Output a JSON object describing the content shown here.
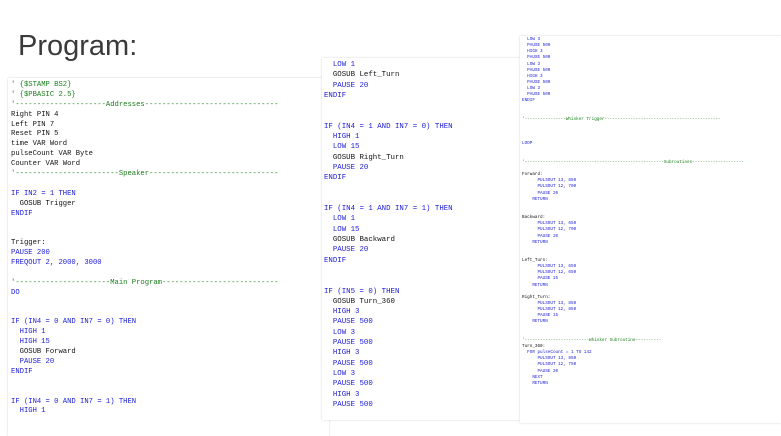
{
  "title": "Program:",
  "panels": [
    {
      "id": "left",
      "lines": [
        {
          "t": "' {$STAMP BS2}",
          "c": "comment"
        },
        {
          "t": "' {$PBASIC 2.5}",
          "c": "comment"
        },
        {
          "t": "'---------------------Addresses-------------------------------",
          "c": "comment"
        },
        {
          "t": "Right PIN 4",
          "c": "plain"
        },
        {
          "t": "Left PIN 7",
          "c": "plain"
        },
        {
          "t": "Reset PIN 5",
          "c": "plain"
        },
        {
          "t": "time VAR Word",
          "c": "plain"
        },
        {
          "t": "pulseCount VAR Byte",
          "c": "plain"
        },
        {
          "t": "Counter VAR Word",
          "c": "plain"
        },
        {
          "t": "'------------------------Speaker------------------------------",
          "c": "comment"
        },
        {
          "t": "",
          "c": "plain"
        },
        {
          "t": "IF IN2 = 1 THEN",
          "c": "kw"
        },
        {
          "t": "  GOSUB Trigger",
          "c": "plain"
        },
        {
          "t": "ENDIF",
          "c": "kw"
        },
        {
          "t": "",
          "c": "plain"
        },
        {
          "t": "",
          "c": "plain"
        },
        {
          "t": "Trigger:",
          "c": "label"
        },
        {
          "t": "PAUSE 200",
          "c": "cmd"
        },
        {
          "t": "FREQOUT 2, 2000, 3000",
          "c": "cmd"
        },
        {
          "t": "",
          "c": "plain"
        },
        {
          "t": "'----------------------Main Program---------------------------",
          "c": "comment"
        },
        {
          "t": "DO",
          "c": "kw"
        },
        {
          "t": "",
          "c": "plain"
        },
        {
          "t": "",
          "c": "plain"
        },
        {
          "t": "IF (IN4 = 0 AND IN7 = 0) THEN",
          "c": "kw"
        },
        {
          "t": "  HIGH 1",
          "c": "cmd"
        },
        {
          "t": "  HIGH 15",
          "c": "cmd"
        },
        {
          "t": "  GOSUB Forward",
          "c": "plain"
        },
        {
          "t": "  PAUSE 20",
          "c": "cmd"
        },
        {
          "t": "ENDIF",
          "c": "kw"
        },
        {
          "t": "",
          "c": "plain"
        },
        {
          "t": "",
          "c": "plain"
        },
        {
          "t": "IF (IN4 = 0 AND IN7 = 1) THEN",
          "c": "kw"
        },
        {
          "t": "  HIGH 1",
          "c": "cmd"
        }
      ]
    },
    {
      "id": "middle",
      "lines": [
        {
          "t": "  LOW 1",
          "c": "cmd"
        },
        {
          "t": "  GOSUB Left_Turn",
          "c": "plain"
        },
        {
          "t": "  PAUSE 20",
          "c": "cmd"
        },
        {
          "t": "ENDIF",
          "c": "kw"
        },
        {
          "t": "",
          "c": "plain"
        },
        {
          "t": "",
          "c": "plain"
        },
        {
          "t": "IF (IN4 = 1 AND IN7 = 0) THEN",
          "c": "kw"
        },
        {
          "t": "  HIGH 1",
          "c": "cmd"
        },
        {
          "t": "  LOW 15",
          "c": "cmd"
        },
        {
          "t": "  GOSUB Right_Turn",
          "c": "plain"
        },
        {
          "t": "  PAUSE 20",
          "c": "cmd"
        },
        {
          "t": "ENDIF",
          "c": "kw"
        },
        {
          "t": "",
          "c": "plain"
        },
        {
          "t": "",
          "c": "plain"
        },
        {
          "t": "IF (IN4 = 1 AND IN7 = 1) THEN",
          "c": "kw"
        },
        {
          "t": "  LOW 1",
          "c": "cmd"
        },
        {
          "t": "  LOW 15",
          "c": "cmd"
        },
        {
          "t": "  GOSUB Backward",
          "c": "plain"
        },
        {
          "t": "  PAUSE 20",
          "c": "cmd"
        },
        {
          "t": "ENDIF",
          "c": "kw"
        },
        {
          "t": "",
          "c": "plain"
        },
        {
          "t": "",
          "c": "plain"
        },
        {
          "t": "IF (IN5 = 0) THEN",
          "c": "kw"
        },
        {
          "t": "  GOSUB Turn_360",
          "c": "plain"
        },
        {
          "t": "  HIGH 3",
          "c": "cmd"
        },
        {
          "t": "  PAUSE 500",
          "c": "cmd"
        },
        {
          "t": "  LOW 3",
          "c": "cmd"
        },
        {
          "t": "  PAUSE 500",
          "c": "cmd"
        },
        {
          "t": "  HIGH 3",
          "c": "cmd"
        },
        {
          "t": "  PAUSE 500",
          "c": "cmd"
        },
        {
          "t": "  LOW 3",
          "c": "cmd"
        },
        {
          "t": "  PAUSE 500",
          "c": "cmd"
        },
        {
          "t": "  HIGH 3",
          "c": "cmd"
        },
        {
          "t": "  PAUSE 500",
          "c": "cmd"
        }
      ]
    },
    {
      "id": "right",
      "lines": [
        {
          "t": "  LOW 3",
          "c": "cmd"
        },
        {
          "t": "  PAUSE 500",
          "c": "cmd"
        },
        {
          "t": "  HIGH 3",
          "c": "cmd"
        },
        {
          "t": "  PAUSE 500",
          "c": "cmd"
        },
        {
          "t": "  LOW 3",
          "c": "cmd"
        },
        {
          "t": "  PAUSE 500",
          "c": "cmd"
        },
        {
          "t": "  HIGH 3",
          "c": "cmd"
        },
        {
          "t": "  PAUSE 500",
          "c": "cmd"
        },
        {
          "t": "  LOW 3",
          "c": "cmd"
        },
        {
          "t": "  PAUSE 500",
          "c": "cmd"
        },
        {
          "t": "ENDIF",
          "c": "kw"
        },
        {
          "t": "",
          "c": "plain"
        },
        {
          "t": "",
          "c": "plain"
        },
        {
          "t": "'----------------Whisker Trigger---------------------------------------------",
          "c": "comment"
        },
        {
          "t": "",
          "c": "plain"
        },
        {
          "t": "",
          "c": "plain"
        },
        {
          "t": "",
          "c": "plain"
        },
        {
          "t": "LOOP",
          "c": "kw"
        },
        {
          "t": "",
          "c": "plain"
        },
        {
          "t": "",
          "c": "plain"
        },
        {
          "t": "'------------------------------------------------------Subroutines--------------------",
          "c": "comment"
        },
        {
          "t": "",
          "c": "plain"
        },
        {
          "t": "Forward:",
          "c": "label"
        },
        {
          "t": "      PULSOUT 13, 850",
          "c": "cmd"
        },
        {
          "t": "      PULSOUT 12, 700",
          "c": "cmd"
        },
        {
          "t": "      PAUSE 20",
          "c": "cmd"
        },
        {
          "t": "    RETURN",
          "c": "kw"
        },
        {
          "t": "",
          "c": "plain"
        },
        {
          "t": "",
          "c": "plain"
        },
        {
          "t": "Backward:",
          "c": "label"
        },
        {
          "t": "      PULSOUT 13, 650",
          "c": "cmd"
        },
        {
          "t": "      PULSOUT 12, 700",
          "c": "cmd"
        },
        {
          "t": "      PAUSE 20",
          "c": "cmd"
        },
        {
          "t": "    RETURN",
          "c": "kw"
        },
        {
          "t": "",
          "c": "plain"
        },
        {
          "t": "",
          "c": "plain"
        },
        {
          "t": "Left_Turn:",
          "c": "label"
        },
        {
          "t": "      PULSOUT 13, 650",
          "c": "cmd"
        },
        {
          "t": "      PULSOUT 12, 650",
          "c": "cmd"
        },
        {
          "t": "      PAUSE 15",
          "c": "cmd"
        },
        {
          "t": "    RETURN",
          "c": "kw"
        },
        {
          "t": "",
          "c": "plain"
        },
        {
          "t": "Right_Turn:",
          "c": "label"
        },
        {
          "t": "      PULSOUT 13, 850",
          "c": "cmd"
        },
        {
          "t": "      PULSOUT 12, 850",
          "c": "cmd"
        },
        {
          "t": "      PAUSE 15",
          "c": "cmd"
        },
        {
          "t": "    RETURN",
          "c": "kw"
        },
        {
          "t": "",
          "c": "plain"
        },
        {
          "t": "",
          "c": "plain"
        },
        {
          "t": "'-------------------------Whisker Subroutine----------",
          "c": "comment"
        },
        {
          "t": "Turn_360:",
          "c": "label"
        },
        {
          "t": "  FOR pulseCount = 1 TO 142",
          "c": "kw"
        },
        {
          "t": "      PULSOUT 13, 850",
          "c": "cmd"
        },
        {
          "t": "      PULSOUT 12, 750",
          "c": "cmd"
        },
        {
          "t": "      PAUSE 20",
          "c": "cmd"
        },
        {
          "t": "    NEXT",
          "c": "kw"
        },
        {
          "t": "    RETURN",
          "c": "kw"
        }
      ]
    }
  ]
}
